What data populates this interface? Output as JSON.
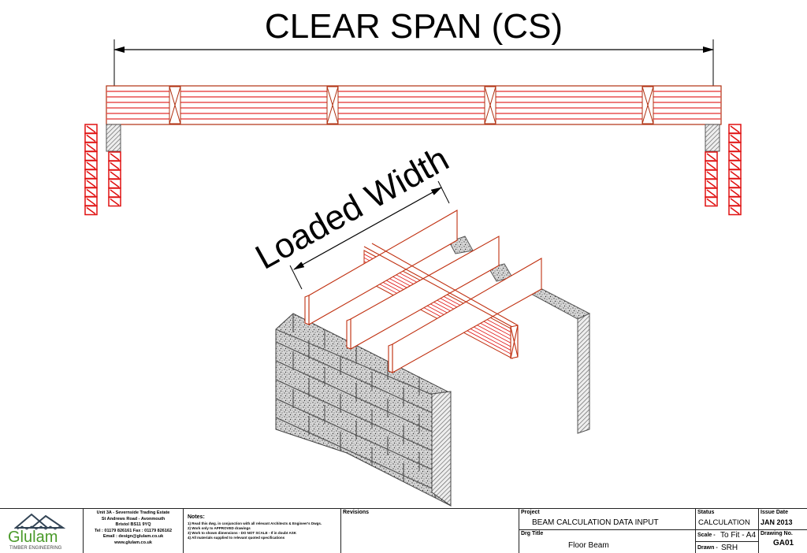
{
  "drawing": {
    "span_label": "CLEAR SPAN (CS)",
    "loaded_width_label": "Loaded Width",
    "colors": {
      "timber": "#e01010",
      "timber_outline": "#b03010",
      "masonry": "#888888",
      "dimension": "#000000"
    }
  },
  "title_block": {
    "logo": {
      "name": "Glulam",
      "tagline": "TIMBER ENGINEERING",
      "color": "#4a9a2a"
    },
    "address": [
      "Unit 3A - Severnside Trading Estate",
      "St Andrews Road - Avonmouth",
      "Bristol BS11 9YQ",
      "Tel : 01179 826161   Fax : 01179 826162",
      "Email : design@glulam.co.uk",
      "www.glulam.co.uk"
    ],
    "notes_heading": "Notes:",
    "notes": [
      "1) Read this dwg. in conjunction with all relevant Architects & Engineer's Dwgs.",
      "2) Work only to APPROVED drawings",
      "3) Work to shown dimensions - DO NOT SCALE - If in doubt ASK",
      "4) All materials supplied to relevant quoted specifications"
    ],
    "revisions_label": "Revisions",
    "project_label": "Project",
    "project": "BEAM CALCULATION DATA INPUT",
    "drg_title_label": "Drg Title",
    "drg_title": "Floor Beam",
    "status_label": "Status",
    "status": "CALCULATION",
    "scale_label": "Scale -",
    "scale": "To Fit - A4",
    "drawn_label": "Drawn -",
    "drawn": "SRH",
    "issue_date_label": "Issue Date",
    "issue_date": "JAN 2013",
    "drawing_no_label": "Drawing No.",
    "drawing_no": "GA01"
  }
}
